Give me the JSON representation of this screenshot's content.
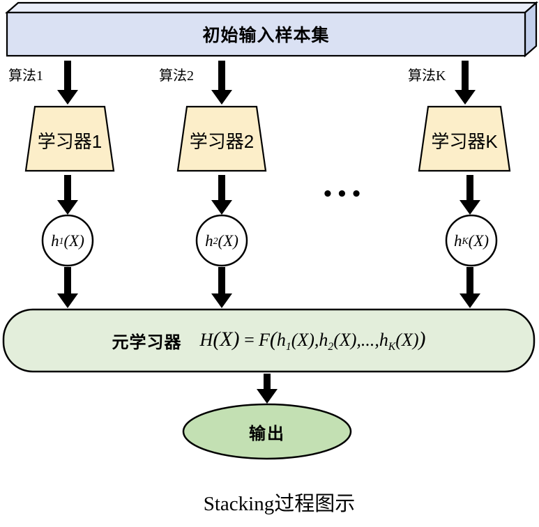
{
  "colors": {
    "box_front": "#dae1f3",
    "box_top": "#eaeef9",
    "box_side": "#c2cfec",
    "learner_fill": "#fceec9",
    "circle_fill": "#ffffff",
    "meta_fill": "#e3eedb",
    "output_fill": "#c3e0b3",
    "stroke": "#000000",
    "arrow": "#000000"
  },
  "input_box": {
    "label": "初始输入样本集"
  },
  "columns": [
    {
      "algorithm": "算法1",
      "learner": "学习器1",
      "hypothesis": {
        "base": "h",
        "sub": "1",
        "arg": "(X)"
      }
    },
    {
      "algorithm": "算法2",
      "learner": "学习器2",
      "hypothesis": {
        "base": "h",
        "sub": "2",
        "arg": "(X)"
      }
    },
    {
      "algorithm": "算法K",
      "learner": "学习器K",
      "hypothesis": {
        "base": "h",
        "sub": "K",
        "arg": "(X)"
      }
    }
  ],
  "ellipsis": "•••",
  "meta_learner": {
    "label": "元学习器",
    "formula": {
      "lhs": {
        "base": "H",
        "arg": "(X)"
      },
      "equals": "=",
      "fn": "F",
      "open_paren": "(",
      "terms": [
        {
          "base": "h",
          "sub": "1",
          "arg": "(X),"
        },
        {
          "base": "h",
          "sub": "2",
          "arg": "(X),"
        }
      ],
      "dots": "...,",
      "last_term": {
        "base": "h",
        "sub": "K",
        "arg": "(X)"
      },
      "close_paren": ")"
    }
  },
  "output": {
    "label": "输出"
  },
  "caption": "Stacking过程图示"
}
